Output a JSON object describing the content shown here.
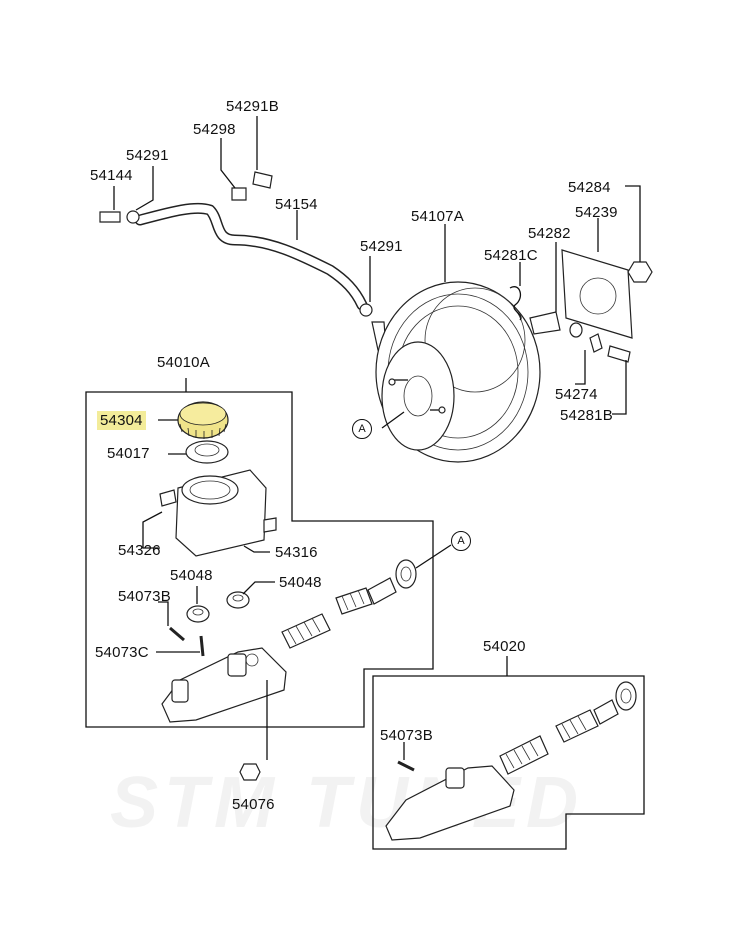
{
  "watermark": "STM TUNED",
  "labels": {
    "p54291B": "54291B",
    "p54298": "54298",
    "p54291a": "54291",
    "p54144": "54144",
    "p54154": "54154",
    "p54107A": "54107A",
    "p54291b": "54291",
    "p54284": "54284",
    "p54239": "54239",
    "p54282": "54282",
    "p54281C": "54281C",
    "p54274": "54274",
    "p54281B": "54281B",
    "p54010A": "54010A",
    "p54304": "54304",
    "p54017": "54017",
    "p54326": "54326",
    "p54316": "54316",
    "p54048a": "54048",
    "p54048b": "54048",
    "p54073Ba": "54073B",
    "p54073C": "54073C",
    "p54076": "54076",
    "p54020": "54020",
    "p54073Bb": "54073B"
  },
  "refs": {
    "a1": "A",
    "a2": "A"
  },
  "colors": {
    "highlight": "#f3ec9a",
    "cap": "#f0e48a",
    "line": "#111111"
  }
}
